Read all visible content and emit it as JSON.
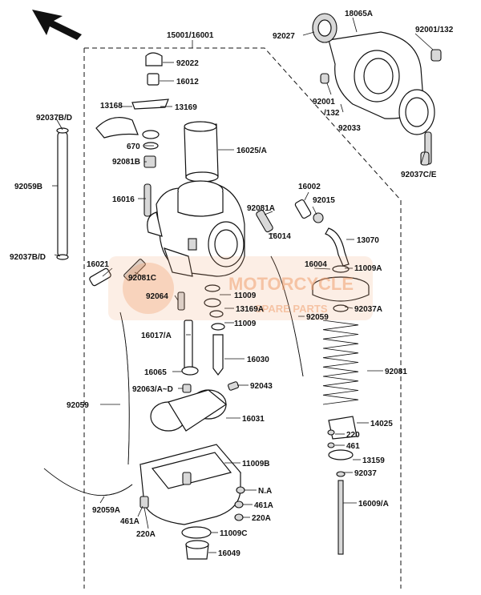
{
  "labels": {
    "l15001": "15001/16001",
    "l18065A": "18065A",
    "l92027": "92027",
    "l92001_132_top": "92001/132",
    "l92022": "92022",
    "l16012": "16012",
    "l13168": "13168",
    "l13169": "13169",
    "l92037BD_top": "92037B/D",
    "l670": "670",
    "l92001": "92001",
    "l132": "/132",
    "l92033": "92033",
    "l92037CE": "92037C/E",
    "l92081B": "92081B",
    "l16025A": "16025/A",
    "l92059B": "92059B",
    "l16016": "16016",
    "l16002": "16002",
    "l92015": "92015",
    "l92081A": "92081A",
    "l16014": "16014",
    "l13070": "13070",
    "l92037BD_bot": "92037B/D",
    "l16021": "16021",
    "l92081C": "92081C",
    "l16004": "16004",
    "l11009A": "11009A",
    "l92064": "92064",
    "l11009_a": "11009",
    "l13169A": "13169A",
    "l92037A": "92037A",
    "l11009_b": "11009",
    "l92059_r": "92059",
    "l16017A": "16017/A",
    "l16030": "16030",
    "l92081": "92081",
    "l16065": "16065",
    "l92063": "92063/A~D",
    "l92043": "92043",
    "l92059_l": "92059",
    "l16031": "16031",
    "l14025": "14025",
    "l220": "220",
    "l461": "461",
    "l13159": "13159",
    "l11009B": "11009B",
    "l92037": "92037",
    "lNA": "N.A",
    "l461A_r": "461A",
    "l16009A": "16009/A",
    "l461A_l": "461A",
    "l220A_r": "220A",
    "l92059A": "92059A",
    "l220A_l": "220A",
    "l11009C": "11009C",
    "l16049": "16049"
  },
  "watermark": {
    "brand": "MOTORCYCLE",
    "sub": "SPARE PARTS",
    "color": "#f0a070"
  },
  "icons": {
    "front_arrow": "arrow-up-left-icon"
  }
}
